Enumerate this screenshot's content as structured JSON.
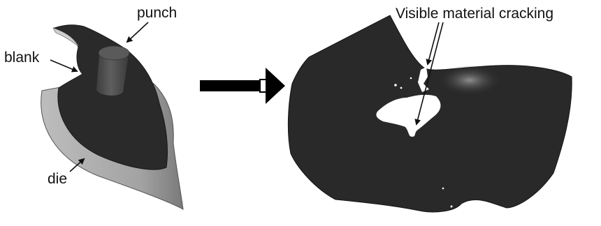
{
  "labels": {
    "punch": "punch",
    "blank": "blank",
    "die": "die",
    "cracking": "Visible material cracking"
  },
  "colors": {
    "blank_sheet": "#2a2a2a",
    "punch": "#4f4f4f",
    "die": "#a9a9a9",
    "arrow": "#000000",
    "background": "#ffffff"
  }
}
